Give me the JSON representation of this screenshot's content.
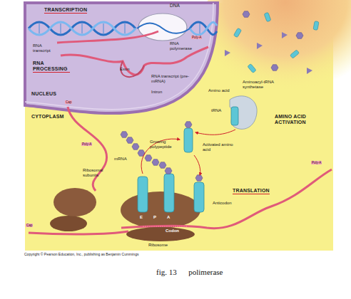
{
  "diagram": {
    "caption": "fig. 13      polimerase",
    "labels": [
      "TRANSCRIPTION",
      "DNA",
      "RNA transcript",
      "RNA polymerase",
      "Poly-A",
      "RNA PROCESSING",
      "Exon",
      "RNA transcript (pre-mRNA)",
      "Intron",
      "NUCLEUS",
      "Cap",
      "CYTOPLASM",
      "Aminoacyl-tRNA synthetase",
      "Amino acid",
      "AMINO ACID ACTIVATION",
      "tRNA",
      "mRNA",
      "Poly-A",
      "Growing polypeptide",
      "Activated amino acid",
      "Ribosomal subunits",
      "TRANSLATION",
      "E",
      "P",
      "A",
      "Anticodon",
      "Cap",
      "Poly-A",
      "Codon",
      "Ribosome",
      "Copyright © Pearson Education, Inc., publishing as Benjamin Cummings"
    ]
  }
}
